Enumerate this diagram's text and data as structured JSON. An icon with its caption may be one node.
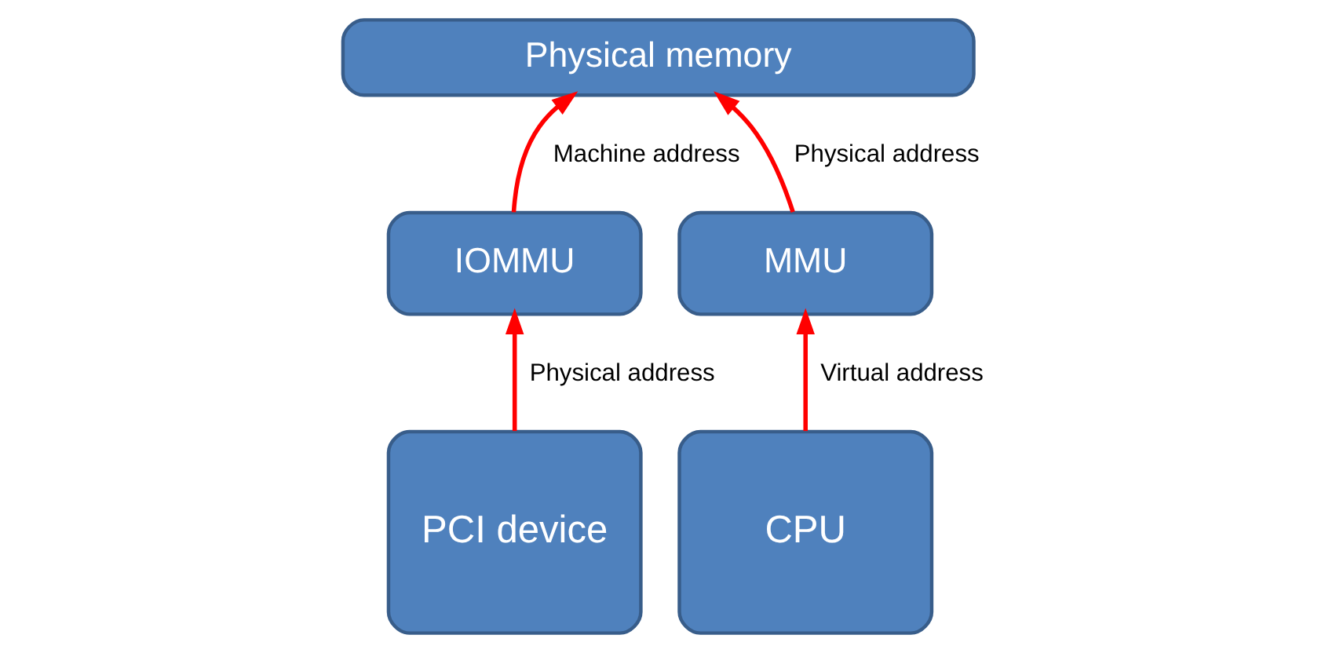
{
  "diagram": {
    "nodes": [
      {
        "text": [
          "Physical memory"
        ]
      },
      {
        "text": [
          "IOMMU"
        ]
      },
      {
        "text": [
          "MMU"
        ]
      },
      {
        "text": [
          "PCI device"
        ]
      },
      {
        "text": [
          "CPU"
        ]
      }
    ],
    "edges": [
      {
        "from": 1,
        "to": 0,
        "arrow": "to",
        "label": "Machine address"
      },
      {
        "from": 3,
        "to": 1,
        "arrow": "to",
        "label": "Physical address"
      },
      {
        "from": 2,
        "to": 0,
        "arrow": "to",
        "label": "Physical address"
      },
      {
        "from": 4,
        "to": 2,
        "arrow": "to",
        "label": "Virtual address"
      }
    ]
  }
}
